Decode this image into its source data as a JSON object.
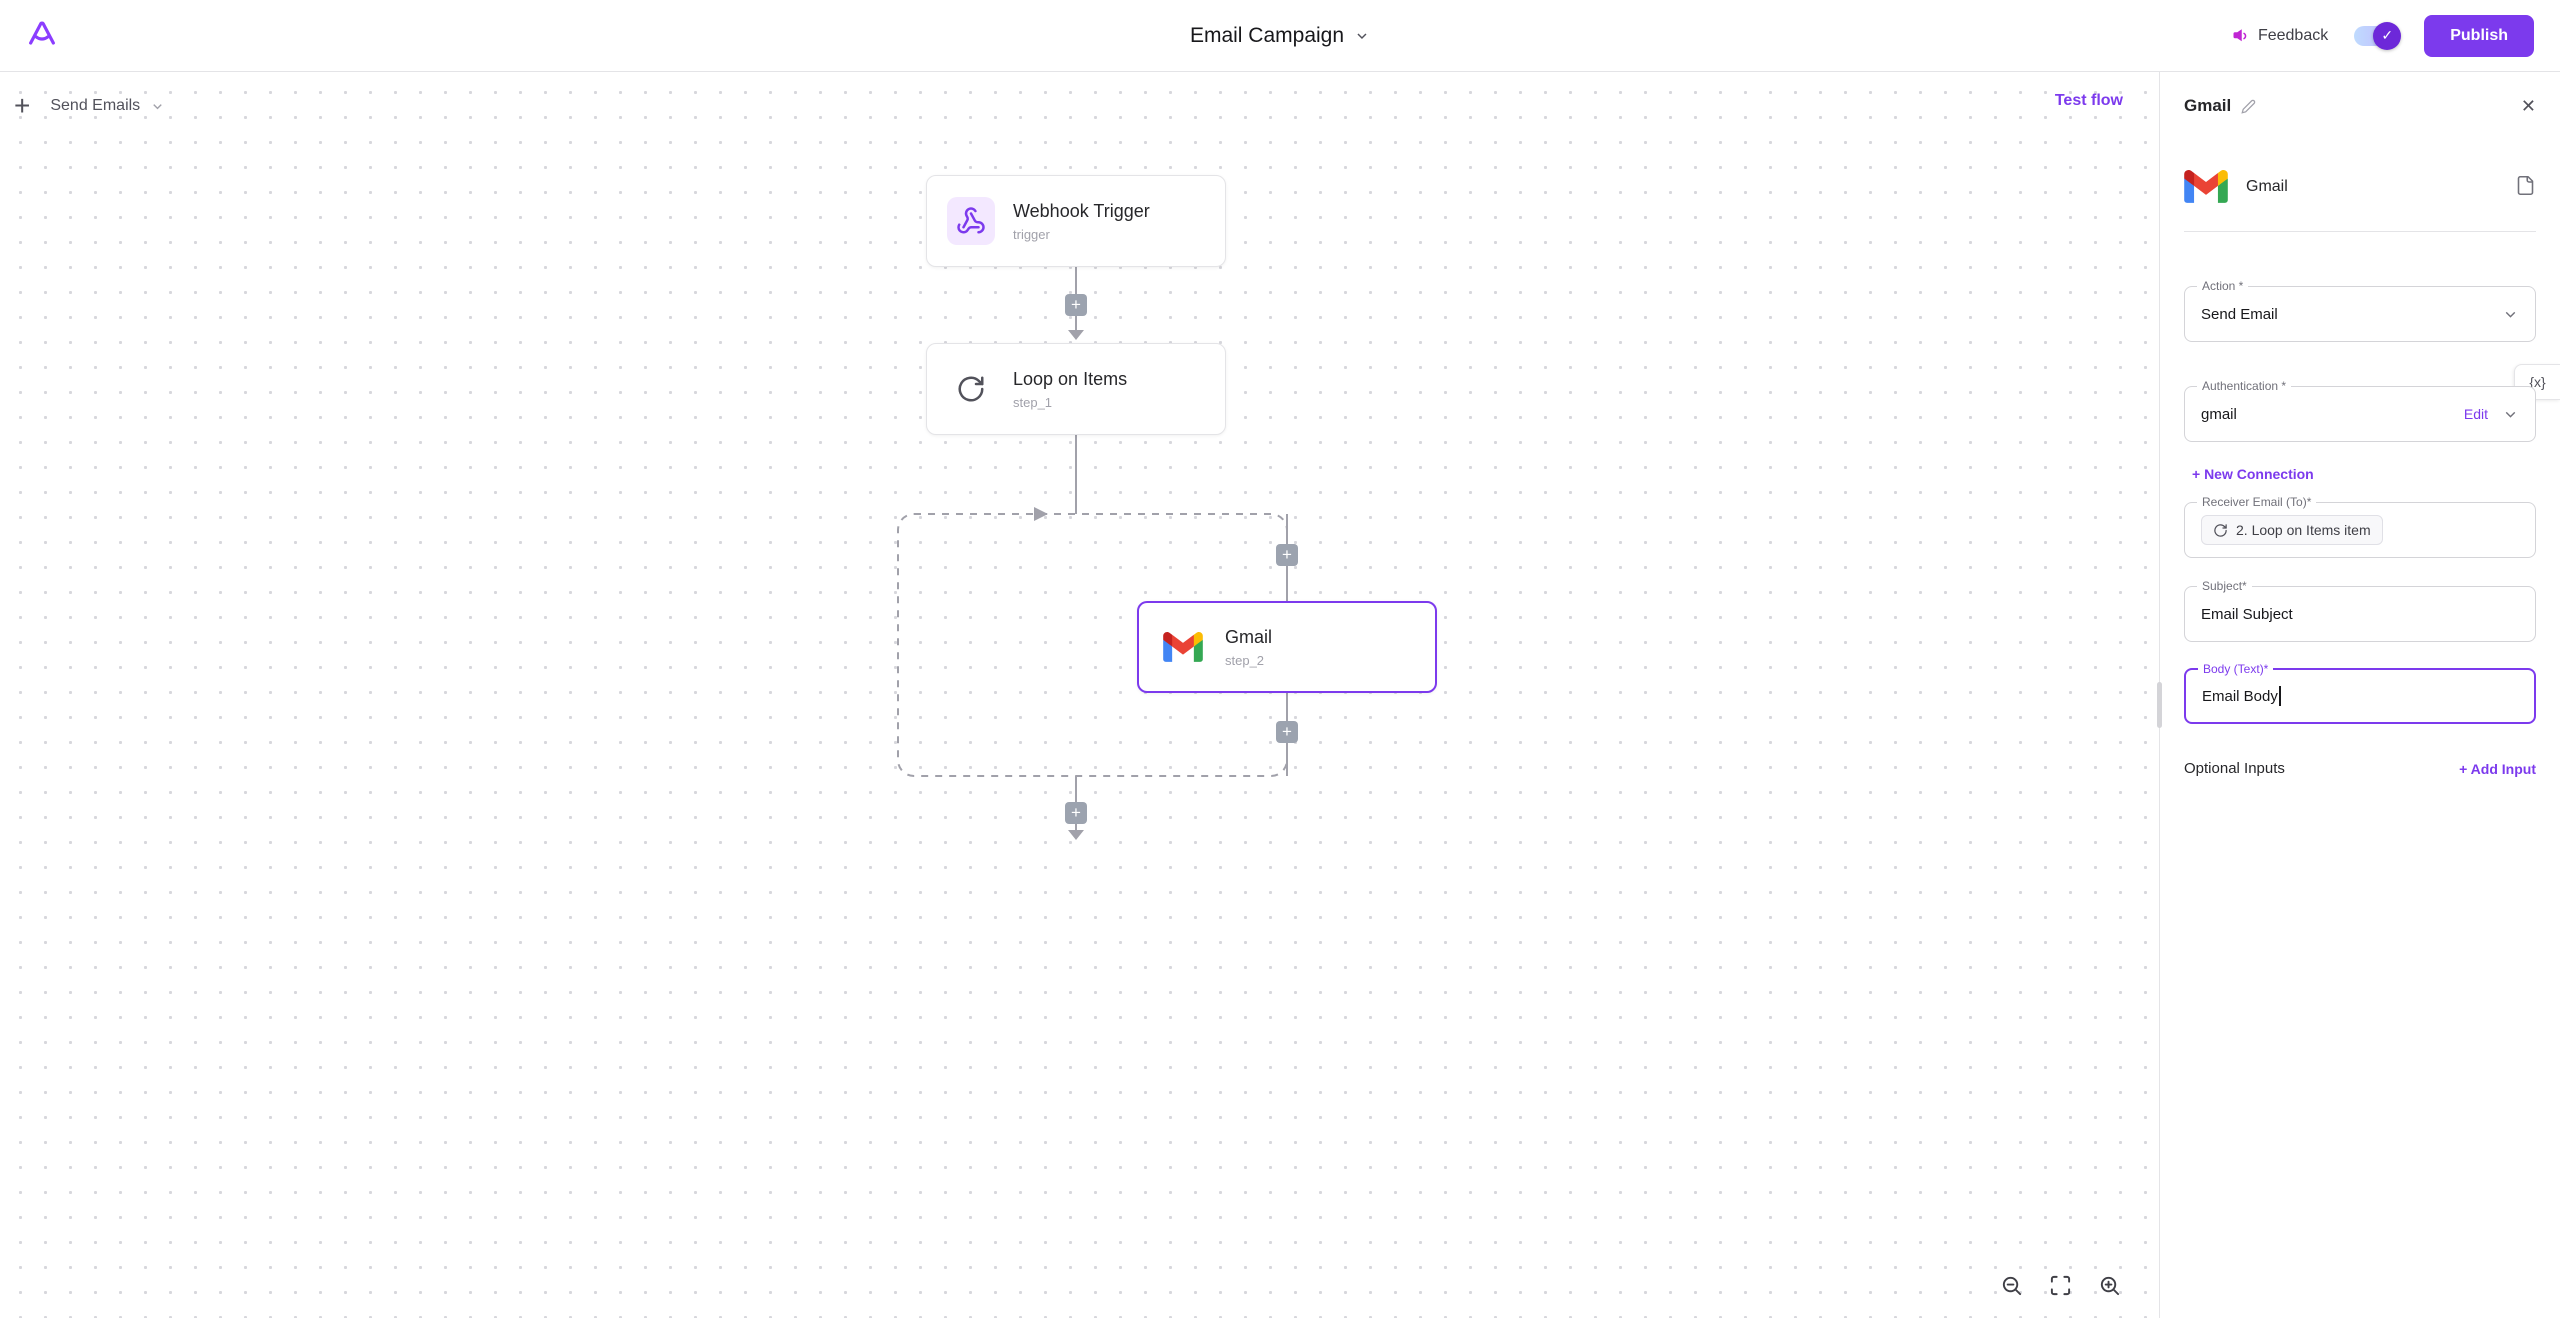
{
  "colors": {
    "accent": "#7c3aed",
    "edge": "#a1a1aa"
  },
  "icons": {
    "plus": "+",
    "close": "✕",
    "check": "✓"
  },
  "header": {
    "title": "Email Campaign",
    "feedback_label": "Feedback",
    "publish_label": "Publish"
  },
  "canvas": {
    "flow_name": "Send Emails",
    "test_flow_label": "Test flow",
    "nodes": {
      "trigger": {
        "title": "Webhook Trigger",
        "subtitle": "trigger"
      },
      "loop": {
        "title": "Loop on Items",
        "subtitle": "step_1"
      },
      "gmail": {
        "title": "Gmail",
        "subtitle": "step_2"
      }
    }
  },
  "panel": {
    "title": "Gmail",
    "piece_name": "Gmail",
    "action": {
      "label": "Action *",
      "value": "Send Email"
    },
    "insert_token_label": "{x}",
    "authentication": {
      "label": "Authentication *",
      "value": "gmail",
      "edit_label": "Edit"
    },
    "new_connection_label": "+ New Connection",
    "receiver": {
      "label": "Receiver Email (To)*",
      "chip_text": "2. Loop on Items item"
    },
    "subject": {
      "label": "Subject*",
      "value": "Email Subject"
    },
    "body": {
      "label": "Body (Text)*",
      "value": "Email Body"
    },
    "optional_inputs_label": "Optional Inputs",
    "add_input_label": "+ Add Input"
  }
}
